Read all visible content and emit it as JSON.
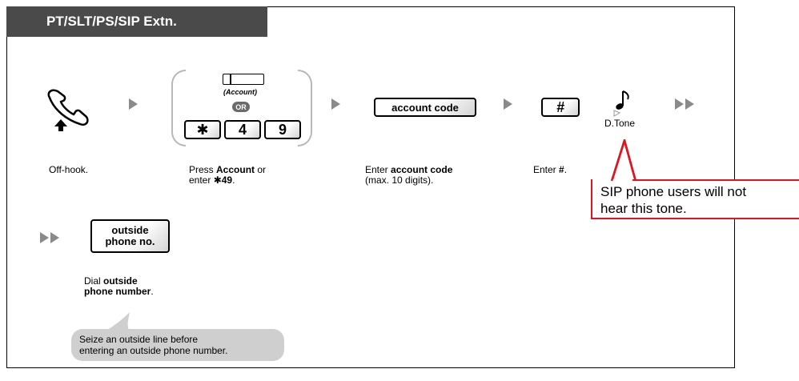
{
  "header": {
    "title": "PT/SLT/PS/SIP Extn."
  },
  "steps": {
    "offhook": {
      "label": "Off-hook."
    },
    "account": {
      "softkey_label": "(Account)",
      "or_label": "OR",
      "keys": [
        "✱",
        "4",
        "9"
      ],
      "label_pre": "Press ",
      "label_bold1": "Account",
      "label_mid": " or",
      "label_line2_pre": "enter ",
      "label_bold2": "✱49",
      "label_end": "."
    },
    "code": {
      "button_label": "account code",
      "label_pre": "Enter ",
      "label_bold": "account code",
      "label_line2": "(max. 10 digits)."
    },
    "hash": {
      "key_label": "#",
      "label_pre": "Enter ",
      "label_bold": "#",
      "label_end": "."
    },
    "tone": {
      "label": "D.Tone"
    },
    "outside": {
      "button_line1": "outside",
      "button_line2": "phone no.",
      "label_pre": "Dial ",
      "label_bold1": "outside",
      "label_bold2": "phone number",
      "label_end": "."
    }
  },
  "callout": {
    "line1": "SIP phone users will not",
    "line2": "hear this tone."
  },
  "note": {
    "line1": "Seize an outside line before",
    "line2": "entering an outside phone number."
  },
  "colors": {
    "header_bg": "#4a4a4a",
    "callout_border": "#e0141e",
    "arrow": "#8a8a8a",
    "note_bg": "#cfcfcf"
  }
}
